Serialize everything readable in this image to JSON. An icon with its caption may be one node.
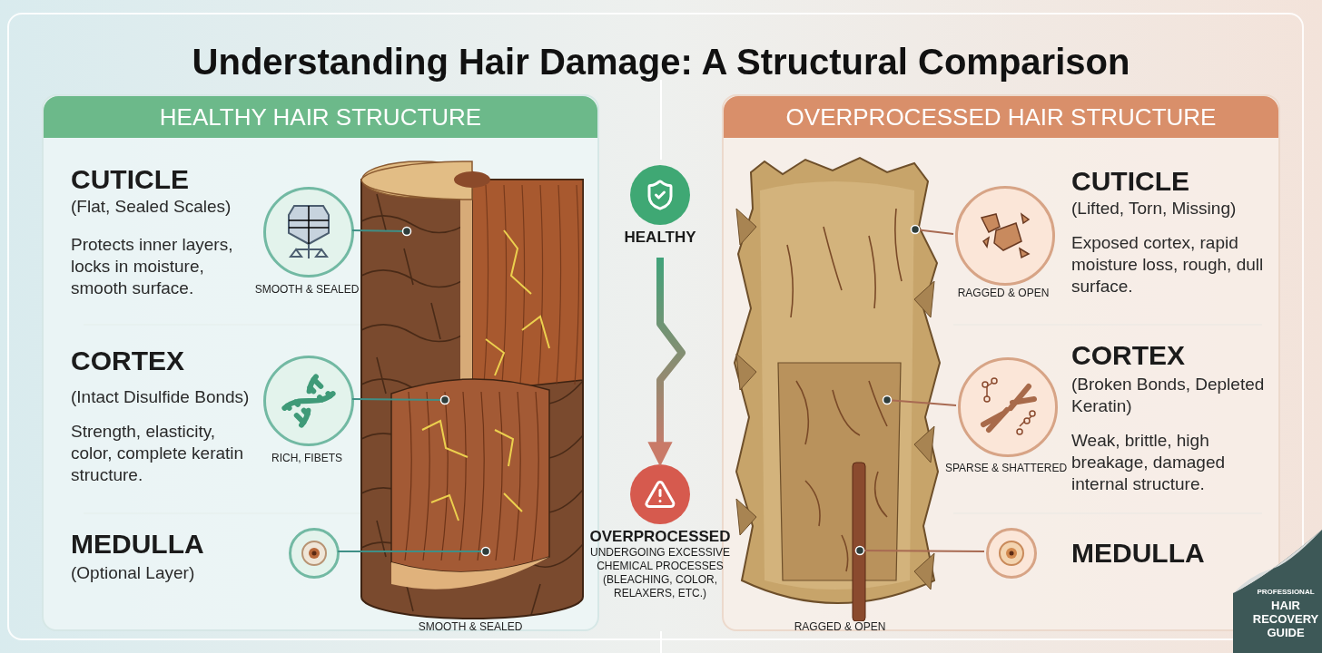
{
  "diagram": {
    "title": "Understanding Hair Damage: A Structural Comparison",
    "nodes": [
      {
        "text": [
          "HEALTHY HAIR STRUCTURE"
        ]
      },
      {
        "text": [],
        "shape": "circle",
        "in": 0,
        "beside": [
          "SMOOTH & SEALED"
        ]
      },
      {
        "text": [],
        "shape": "circle",
        "in": 0,
        "beside": [
          "RICH, FIBETS"
        ]
      },
      {
        "text": [],
        "shape": "circle",
        "in": 0
      },
      {
        "text": [],
        "shape": "picture",
        "in": 0,
        "beside": [
          "SMOOTH & SEALED"
        ]
      },
      {
        "text": [
          "OVERPROCESSED HAIR STRUCTURE"
        ]
      },
      {
        "text": [],
        "shape": "picture",
        "in": 5,
        "beside": [
          "RAGGED & OPEN"
        ]
      },
      {
        "text": [],
        "shape": "circle",
        "in": 5,
        "beside": [
          "RAGGED & OPEN"
        ]
      },
      {
        "text": [],
        "shape": "circle",
        "in": 5,
        "beside": [
          "SPARSE & SHATTERED"
        ]
      },
      {
        "text": [],
        "shape": "circle",
        "in": 5
      },
      {
        "text": [],
        "shape": "circle",
        "beside": [
          "HEALTHY"
        ]
      },
      {
        "text": [],
        "shape": "circle",
        "beside": [
          "OVERPROCESSED",
          "UNDERGOING EXCESSIVE CHEMICAL PROCESSES (BLEACHING, COLOR, RELAXERS, ETC.)"
        ]
      }
    ],
    "edges": [
      {
        "from": 1,
        "to": 4,
        "arrow": "other",
        "color": "#3f8f86"
      },
      {
        "from": 2,
        "to": 4,
        "arrow": "other",
        "color": "#3f8f86"
      },
      {
        "from": 3,
        "to": 4,
        "arrow": "other",
        "color": "#3f8f86"
      },
      {
        "from": 7,
        "to": 6,
        "arrow": "other",
        "color": "#a86a52"
      },
      {
        "from": 8,
        "to": 6,
        "arrow": "other",
        "color": "#a86a52"
      },
      {
        "from": 9,
        "to": 6,
        "arrow": "other",
        "color": "#a86a52"
      },
      {
        "from": 10,
        "to": 11,
        "arrow": "to",
        "style": "thick"
      }
    ],
    "labels": [
      "CUTICLE",
      "(Flat, Sealed Scales)",
      "Protects inner layers, locks in moisture, smooth surface.",
      "CORTEX",
      "(Intact Disulfide Bonds)",
      "Strength, elasticity, color, complete keratin structure.",
      "MEDULLA",
      "(Optional Layer)",
      "CUTICLE",
      "(Lifted, Torn, Missing)",
      "Exposed cortex, rapid moisture loss, rough, dull surface.",
      "CORTEX",
      "(Broken Bonds, Depleted Keratin)",
      "Weak, brittle, high breakage, damaged internal structure.",
      "MEDULLA",
      "PROFESSIONAL",
      "HAIR RECOVERY GUIDE"
    ]
  }
}
